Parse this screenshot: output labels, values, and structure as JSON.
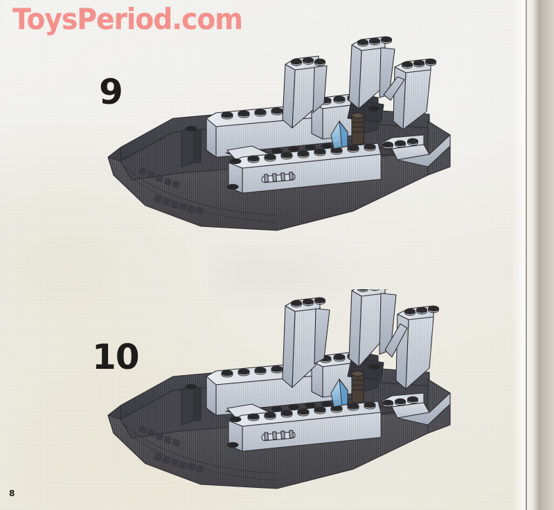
{
  "document": {
    "type": "lego-building-instructions",
    "page_number": "8",
    "watermark": "ToysPeriod.com",
    "watermark_color": "#f4918d"
  },
  "palette": {
    "paper": "#f4f3ee",
    "paper_warm": "#efeadb",
    "hull_dark": "#4b4b4f",
    "hull_dark_shade": "#3b3b3f",
    "hull_dark_light": "#5e5e62",
    "brick_light": "#d6dbe2",
    "brick_light_face": "#c2c8d1",
    "brick_light_shade": "#aab2bd",
    "stud_dark": "#2a2a2c",
    "trans_blue": "#7fb6de",
    "trans_blue_light": "#a8cfe8",
    "ink": "#1d1c1a",
    "outline": "#2c2c30"
  },
  "steps": [
    {
      "id": "step-9",
      "number": "9",
      "caption": "",
      "model": {
        "name": "lego-ship-hull-with-four-sloped-masts",
        "parts_visible": [
          "dark-gray-boat-hull",
          "light-gray-brick-walls",
          "dark-gray-studs-plate",
          "light-gray-sloped-wedge-bricks",
          "translucent-blue-cone",
          "dark-cylindrical-element",
          "light-gray-rod-with-clips"
        ],
        "mast_count": 4
      }
    },
    {
      "id": "step-10",
      "number": "10",
      "caption": "",
      "model": {
        "name": "lego-ship-hull-with-taller-sloped-masts",
        "parts_visible": [
          "dark-gray-boat-hull",
          "light-gray-brick-walls",
          "dark-gray-studs-plate",
          "light-gray-tall-sloped-wedge-bricks",
          "translucent-blue-cone",
          "dark-cylindrical-element",
          "light-gray-rod-with-clips"
        ],
        "mast_count": 4
      }
    }
  ]
}
